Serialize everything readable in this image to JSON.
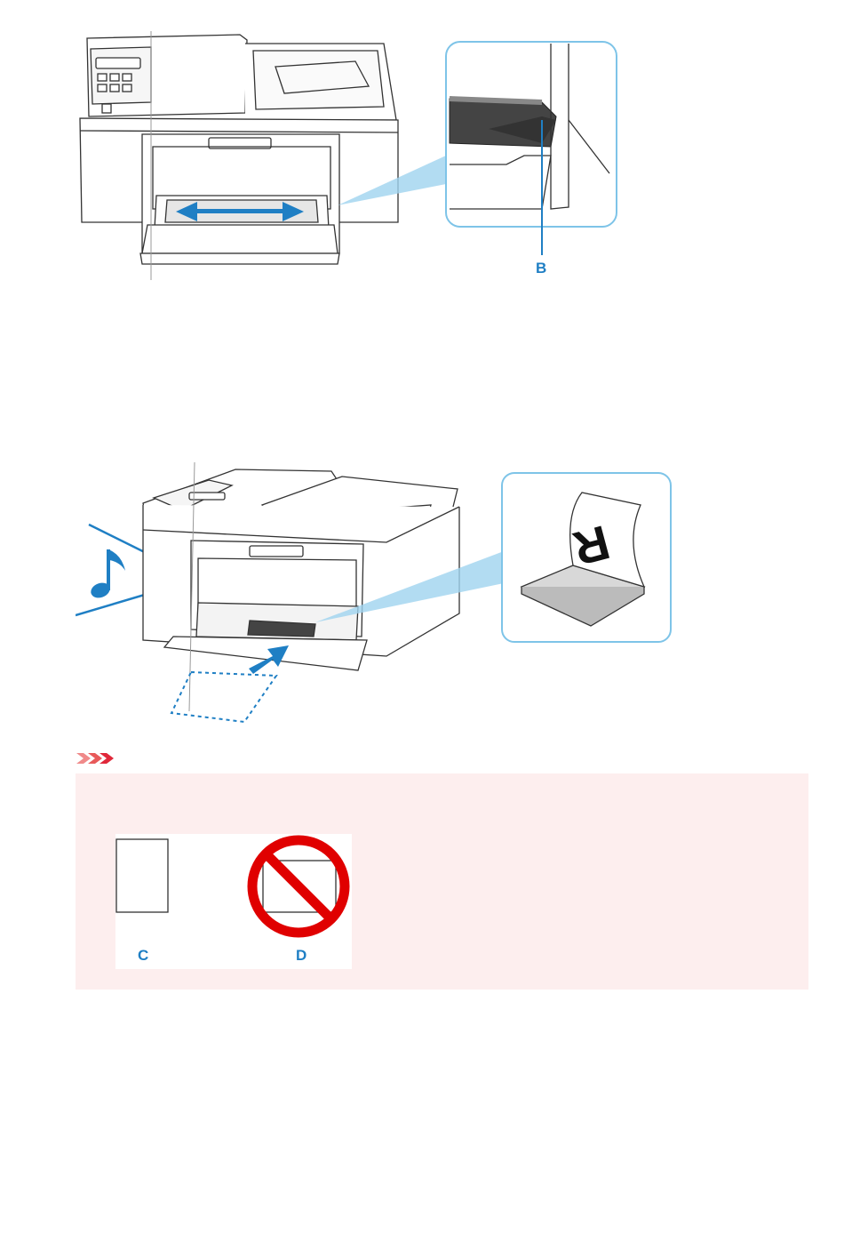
{
  "figure1": {
    "callout_label": "B"
  },
  "figure2": {
    "sound_icon": "music-note-icon"
  },
  "important": {
    "icon": "triple-chevron-right-icon",
    "colors": {
      "icon": "#e0283a",
      "box": "#fdeeee",
      "accent": "#1f7fc4"
    },
    "label_c": "C",
    "label_d": "D"
  }
}
